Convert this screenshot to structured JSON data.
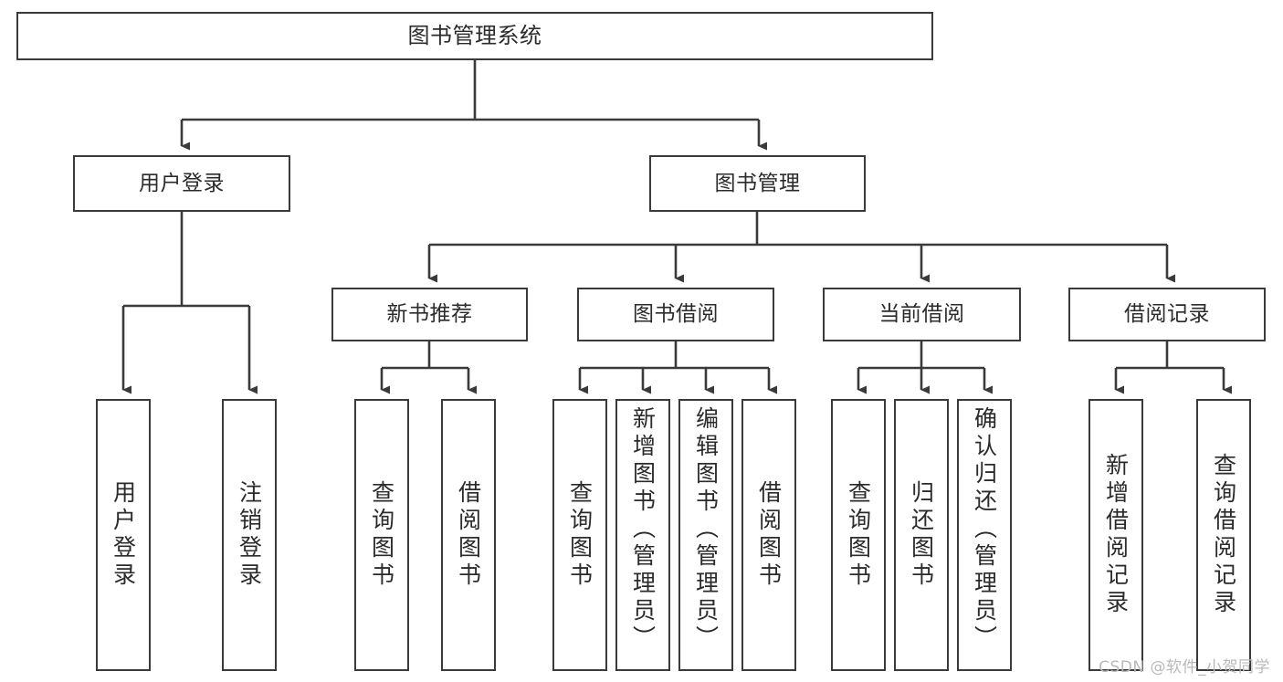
{
  "diagram": {
    "title": "图书管理系统",
    "watermark": "CSDN @软件_小贺同学",
    "stroke_color": "#3a3a3a",
    "text_color": "#2b2b2b",
    "background": "#ffffff",
    "levels": {
      "root": {
        "label": "图书管理系统"
      },
      "level2": [
        {
          "label": "用户登录"
        },
        {
          "label": "图书管理"
        }
      ],
      "level3": [
        {
          "label": "新书推荐"
        },
        {
          "label": "图书借阅"
        },
        {
          "label": "当前借阅"
        },
        {
          "label": "借阅记录"
        }
      ],
      "leaves": {
        "user_login": [
          {
            "label": "用户登录"
          },
          {
            "label": "注销登录"
          }
        ],
        "new_book_recommend": [
          {
            "label": "查询图书"
          },
          {
            "label": "借阅图书"
          }
        ],
        "book_borrow": [
          {
            "label": "查询图书"
          },
          {
            "label": "新增图书（管理员）"
          },
          {
            "label": "编辑图书（管理员）"
          },
          {
            "label": "借阅图书"
          }
        ],
        "current_borrow": [
          {
            "label": "查询图书"
          },
          {
            "label": "归还图书"
          },
          {
            "label": "确认归还（管理员）"
          }
        ],
        "borrow_record": [
          {
            "label": "新增借阅记录"
          },
          {
            "label": "查询借阅记录"
          }
        ]
      }
    }
  }
}
